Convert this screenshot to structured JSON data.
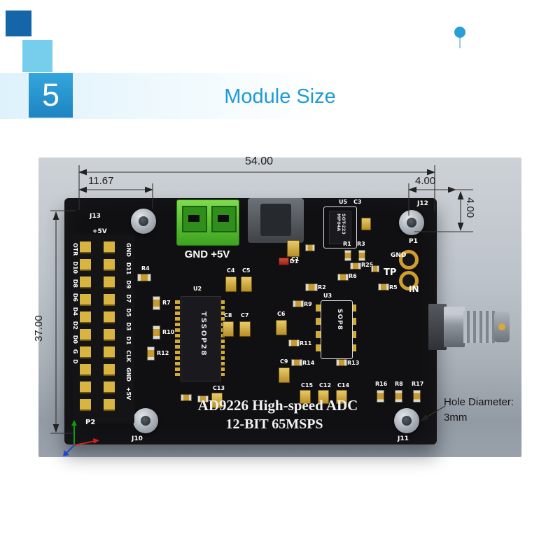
{
  "badge": {
    "number": "5"
  },
  "header": {
    "title": "Module Size"
  },
  "dimensions": {
    "width": "54.00",
    "left_offset": "11.67",
    "top_right": "4.00",
    "right_side": "4.00",
    "height": "37.00"
  },
  "annotation": {
    "hole_label": "Hole Diameter:",
    "hole_value": "3mm"
  },
  "pcb": {
    "silkscreen_line1": "AD9226 High-speed ADC",
    "silkscreen_line2": "12-BIT 65MSPS",
    "power_label": "GND +5V",
    "plus5v_label": "+5V",
    "header_row_inner": "GND D11 D9 D7 D5 D3 D1 CLK GND +5V",
    "header_row_outer": "OTR D10 D8 D6 D4 D2 D0 G D",
    "connectors": {
      "j10": "J10",
      "j11": "J11",
      "j12": "J12",
      "j13": "J13",
      "p1": "P1",
      "p2": "P2"
    },
    "ics": {
      "u2": "U2",
      "u2_part": "TSSOP28",
      "u3": "U3",
      "u3_part": "SOP8",
      "u5": "U5",
      "u5_part": "SOT-223",
      "u5_part2": "MP04A"
    },
    "labels": {
      "tp": "TP",
      "gnd": "GND",
      "in": "IN"
    },
    "refdes": {
      "r1": "R1",
      "r2": "R2",
      "r3": "R3",
      "r4": "R4",
      "r5": "R5",
      "r6": "R6",
      "r7": "R7",
      "r8": "R8",
      "r9": "R9",
      "r10": "R10",
      "r11": "R11",
      "r12": "R12",
      "r13": "R13",
      "r14": "R14",
      "r16": "R16",
      "r17": "R17",
      "r25": "R25",
      "c1": "C1",
      "c3": "C3",
      "c4": "C4",
      "c5": "C5",
      "c6": "C6",
      "c7": "C7",
      "c8": "C8",
      "c9": "C9",
      "c12": "C12",
      "c13": "C13",
      "c14": "C14",
      "c15": "C15",
      "d1": "D1"
    }
  },
  "colors": {
    "accent_blue": "#2a9fd6",
    "pcb_black": "#101012",
    "pad_gold": "#cda32f",
    "terminal_green": "#55c133",
    "panel_gray": "#b4bac1"
  }
}
